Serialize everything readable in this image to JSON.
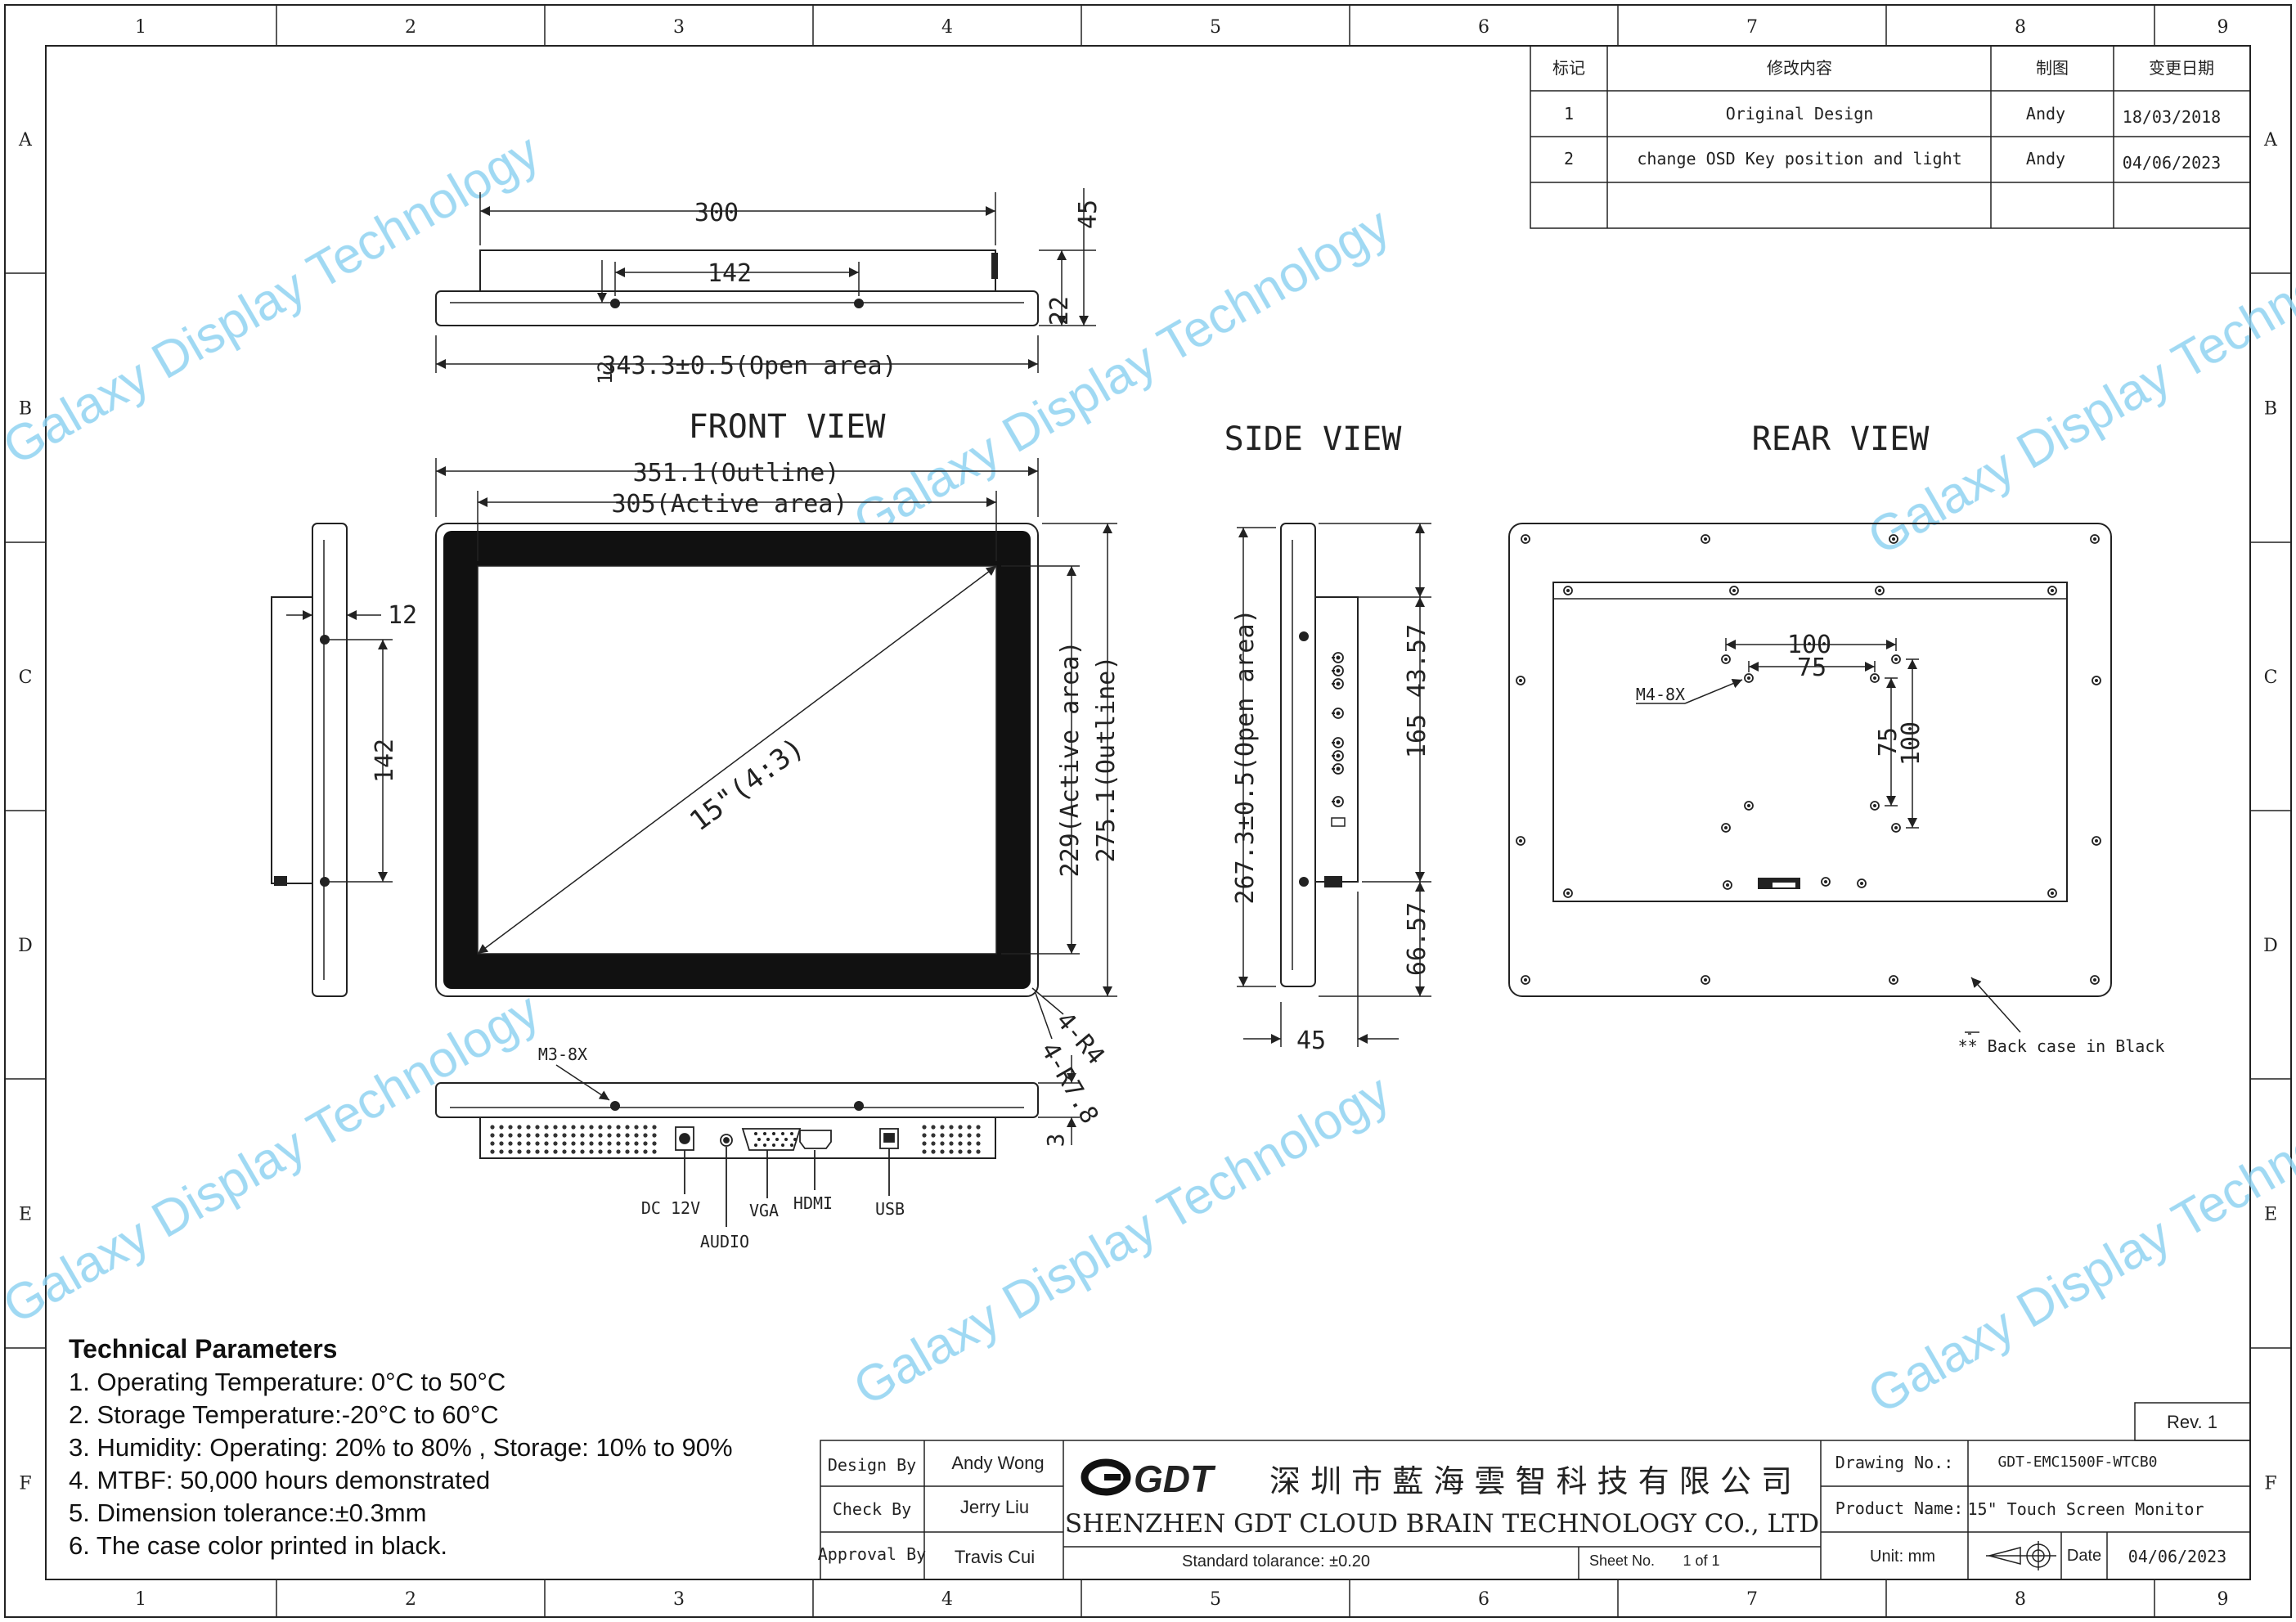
{
  "grid": {
    "columns": [
      "1",
      "2",
      "3",
      "4",
      "5",
      "6",
      "7",
      "8",
      "9"
    ],
    "rows": [
      "A",
      "B",
      "C",
      "D",
      "E",
      "F"
    ]
  },
  "revision_table": {
    "headers": [
      "标记",
      "修改内容",
      "制图",
      "变更日期"
    ],
    "rows": [
      {
        "mark": "1",
        "content": "Original Design",
        "drawer": "Andy",
        "date": "18/03/2018"
      },
      {
        "mark": "2",
        "content": "change OSD Key position and light",
        "drawer": "Andy",
        "date": "04/06/2023"
      }
    ]
  },
  "views": {
    "front": "FRONT VIEW",
    "side": "SIDE VIEW",
    "rear": "REAR VIEW"
  },
  "dimensions": {
    "top_width": "300",
    "top_inner": "142",
    "top_height_45": "45",
    "top_height_22": "22",
    "top_open": "343.3±0.5(Open area)",
    "top_small": "12",
    "outline_w": "351.1(Outline)",
    "active_w": "305(Active area)",
    "diag": "15\"(4:3)",
    "active_h": "229(Active area)",
    "outline_h": "275.1(Outline)",
    "r4": "4-R4",
    "r78": "4-R7.8",
    "bottom_3": "3",
    "left_12": "12",
    "left_142": "142",
    "side_open": "267.3±0.5(Open area)",
    "side_4357": "43.57",
    "side_165": "165",
    "side_6657": "66.57",
    "side_45": "45",
    "rear_100h": "100",
    "rear_75h": "75",
    "rear_75v": "75",
    "rear_100v": "100",
    "rear_m4": "M4-8X",
    "back_case": "** Back case in Black",
    "m3": "M3-8X"
  },
  "ports": {
    "dc": "DC 12V",
    "audio": "AUDIO",
    "vga": "VGA",
    "hdmi": "HDMI",
    "usb": "USB"
  },
  "watermark": "Galaxy Display Technology",
  "technical_parameters": {
    "title": "Technical Parameters",
    "items": [
      "1. Operating Temperature: 0°C to 50°C",
      "2. Storage Temperature:-20°C to 60°C",
      "3. Humidity: Operating: 20% to 80% , Storage: 10% to 90%",
      "4. MTBF: 50,000 hours demonstrated",
      "5. Dimension tolerance:±0.3mm",
      "6. The case color printed in black."
    ]
  },
  "title_block": {
    "rev": "Rev. 1",
    "design_by_label": "Design By",
    "design_by": "Andy Wong",
    "check_by_label": "Check By",
    "check_by": "Jerry Liu",
    "approval_by_label": "Approval By",
    "approval_by": "Travis Cui",
    "logo": "GDT",
    "company_cn": "深 圳 市 藍 海 雲 智 科 技 有 限 公 司",
    "company_en": "SHENZHEN GDT CLOUD BRAIN TECHNOLOGY CO., LTD",
    "standard_tolerance": "Standard tolarance: ±0.20",
    "sheet_label": "Sheet No.",
    "sheet": "1 of 1",
    "drawing_no_label": "Drawing No.:",
    "drawing_no": "GDT-EMC1500F-WTCB0",
    "product_name_label": "Product Name:",
    "product_name": "15\" Touch Screen Monitor",
    "unit": "Unit: mm",
    "date_label": "Date",
    "date": "04/06/2023"
  },
  "colors": {
    "line": "#222222",
    "watermark": "#8fd3f1",
    "bezel": "#111111"
  }
}
